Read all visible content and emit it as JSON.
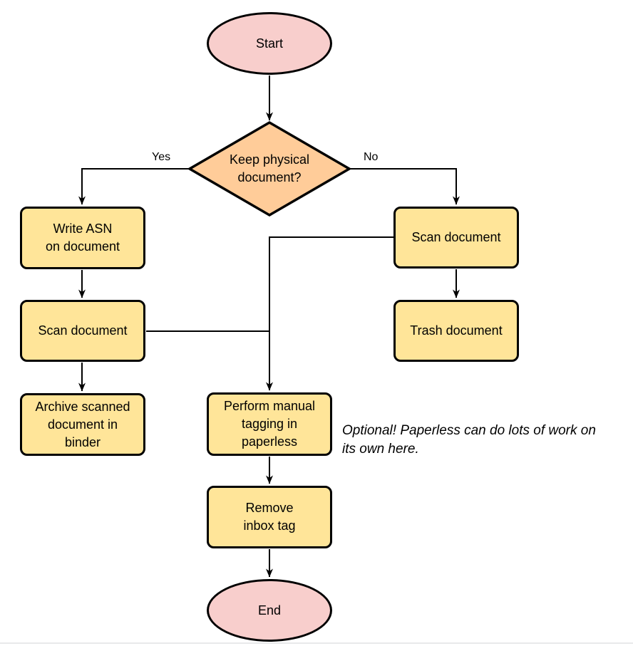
{
  "nodes": {
    "start": {
      "type": "terminator",
      "lines": [
        "Start"
      ]
    },
    "decision": {
      "type": "decision",
      "lines": [
        "Keep physical",
        "document?"
      ]
    },
    "write_asn": {
      "type": "process",
      "lines": [
        "Write ASN",
        "on document"
      ]
    },
    "scan_left": {
      "type": "process",
      "lines": [
        "Scan document"
      ]
    },
    "archive": {
      "type": "process",
      "lines": [
        "Archive scanned",
        "document in",
        "binder"
      ]
    },
    "scan_right": {
      "type": "process",
      "lines": [
        "Scan document"
      ]
    },
    "trash": {
      "type": "process",
      "lines": [
        "Trash document"
      ]
    },
    "perform_tagging": {
      "type": "process",
      "lines": [
        "Perform manual",
        "tagging in",
        "paperless"
      ]
    },
    "remove_inbox_tag": {
      "type": "process",
      "lines": [
        "Remove",
        "inbox tag"
      ]
    },
    "end": {
      "type": "terminator",
      "lines": [
        "End"
      ]
    }
  },
  "edges": [
    {
      "from": "start",
      "to": "decision",
      "label": ""
    },
    {
      "from": "decision",
      "to": "write_asn",
      "label": "Yes"
    },
    {
      "from": "decision",
      "to": "scan_right",
      "label": "No"
    },
    {
      "from": "write_asn",
      "to": "scan_left",
      "label": ""
    },
    {
      "from": "scan_left",
      "to": "archive",
      "label": ""
    },
    {
      "from": "scan_right",
      "to": "trash",
      "label": ""
    },
    {
      "from": "scan_left",
      "to": "perform_tagging",
      "label": ""
    },
    {
      "from": "scan_right",
      "to": "perform_tagging",
      "label": ""
    },
    {
      "from": "perform_tagging",
      "to": "remove_inbox_tag",
      "label": ""
    },
    {
      "from": "remove_inbox_tag",
      "to": "end",
      "label": ""
    }
  ],
  "annotation": {
    "lines": [
      "Optional! Paperless can do lots of work on",
      "its own here."
    ]
  },
  "colors": {
    "terminator_fill": "#F8CECC",
    "decision_fill": "#FFCC99",
    "process_fill": "#FFE599",
    "stroke": "#000000",
    "text": "#000000",
    "connector": "#000000"
  }
}
